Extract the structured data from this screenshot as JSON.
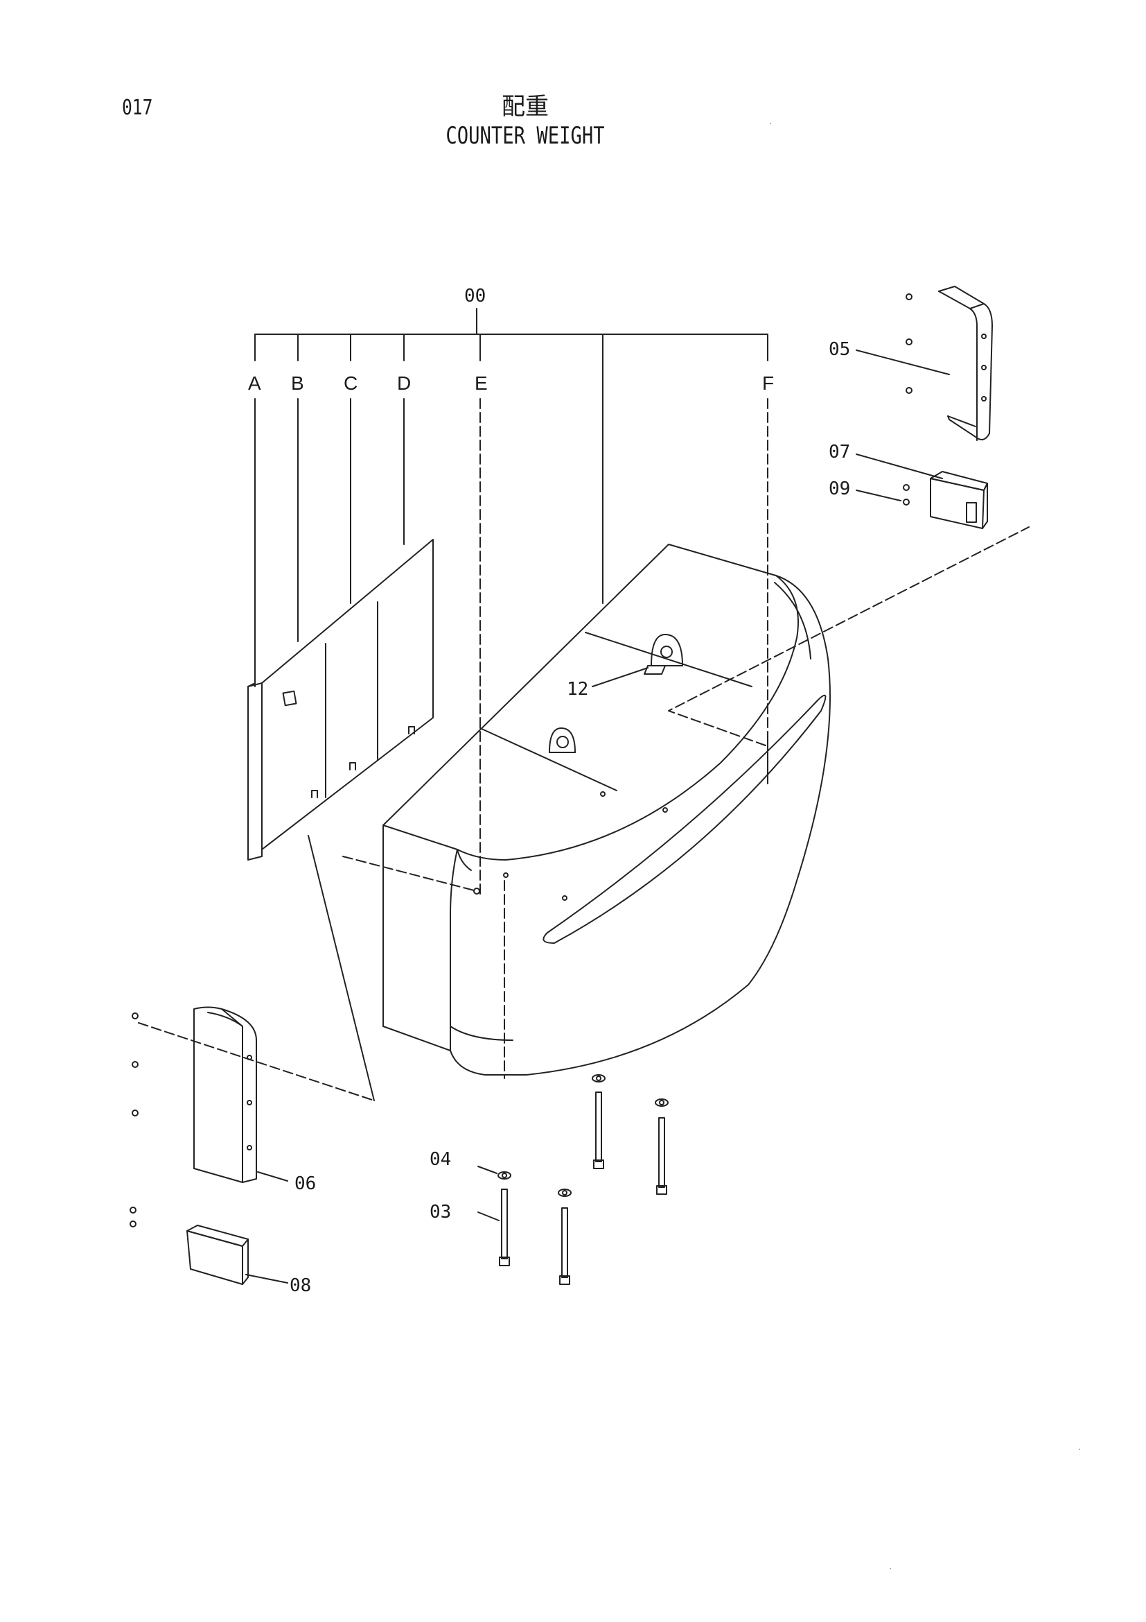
{
  "header": {
    "page_number": "017",
    "title_cn": "配重",
    "title_en": "COUNTER WEIGHT"
  },
  "diagram": {
    "assembly_label": "00",
    "sub_labels": [
      "A",
      "B",
      "C",
      "D",
      "E",
      "F"
    ],
    "callouts": {
      "p03": "03",
      "p04": "04",
      "p05": "05",
      "p06": "06",
      "p07": "07",
      "p08": "08",
      "p09": "09",
      "p12": "12"
    }
  }
}
